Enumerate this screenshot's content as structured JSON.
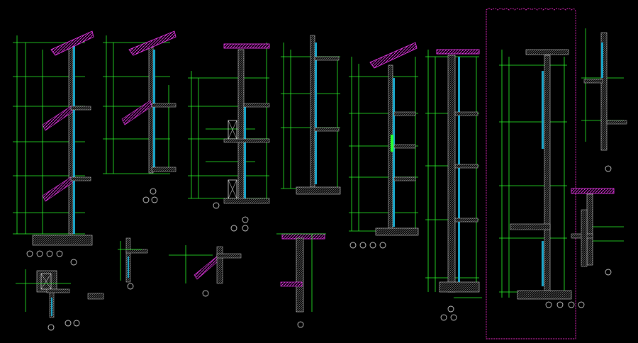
{
  "colors": {
    "background": "#000000",
    "dimension": "#2bff2b",
    "wall_hatch": "#bdbdbd",
    "glass": "#2fd7ff",
    "roof_tile": "#ff3cff",
    "label": "#ffffff",
    "selection": "#ff2bd6",
    "bubble": "#ffffff"
  },
  "sections": [
    {
      "name": "section-1"
    },
    {
      "name": "section-2"
    },
    {
      "name": "section-3"
    },
    {
      "name": "section-4"
    },
    {
      "name": "section-5"
    },
    {
      "name": "section-6"
    },
    {
      "name": "section-7-selected"
    },
    {
      "name": "section-8"
    }
  ],
  "details": [
    {
      "name": "detail-a"
    },
    {
      "name": "detail-b"
    },
    {
      "name": "detail-c"
    },
    {
      "name": "detail-d"
    },
    {
      "name": "detail-e"
    },
    {
      "name": "detail-f"
    }
  ]
}
